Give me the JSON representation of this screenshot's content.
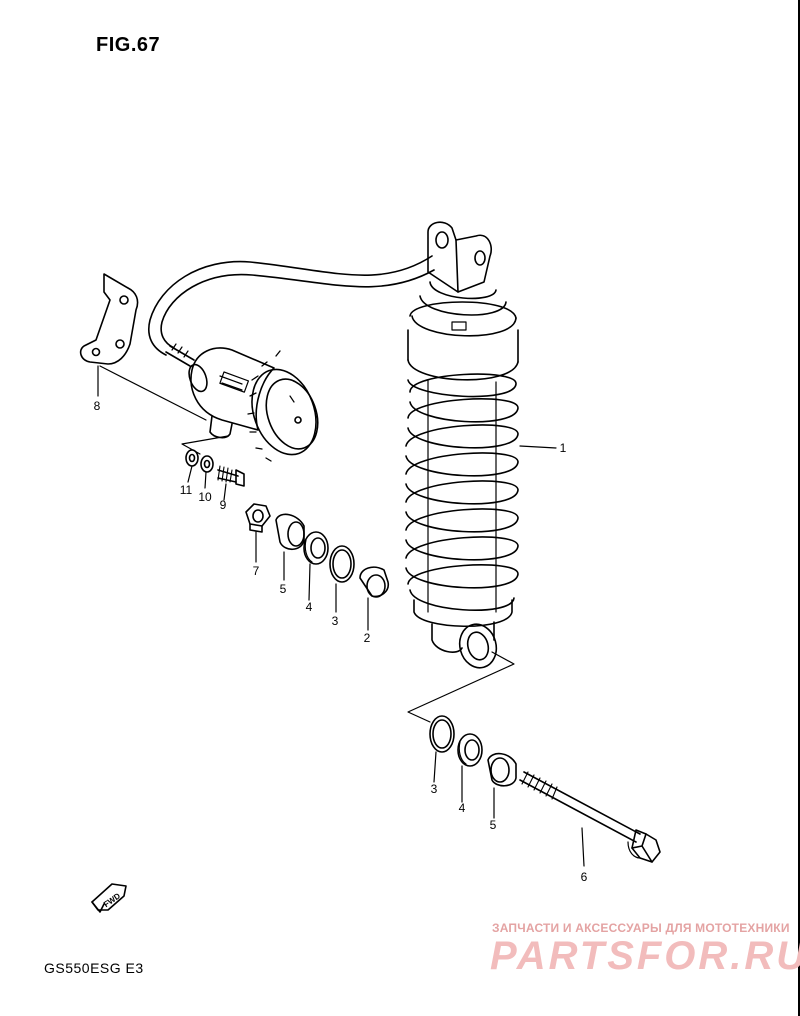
{
  "figure": {
    "title": "FIG.67",
    "model_code": "GS550ESG  E3",
    "fwd_marker": "FWD"
  },
  "callouts": [
    {
      "id": "c1",
      "label": "1"
    },
    {
      "id": "c2",
      "label": "2"
    },
    {
      "id": "c3a",
      "label": "3"
    },
    {
      "id": "c4a",
      "label": "4"
    },
    {
      "id": "c5a",
      "label": "5"
    },
    {
      "id": "c7",
      "label": "7"
    },
    {
      "id": "c8",
      "label": "8"
    },
    {
      "id": "c9",
      "label": "9"
    },
    {
      "id": "c10",
      "label": "10"
    },
    {
      "id": "c11",
      "label": "11"
    },
    {
      "id": "c3b",
      "label": "3"
    },
    {
      "id": "c4b",
      "label": "4"
    },
    {
      "id": "c5b",
      "label": "5"
    },
    {
      "id": "c6",
      "label": "6"
    }
  ],
  "watermark": {
    "tagline": "ЗАПЧАСТИ И АКСЕССУАРЫ ДЛЯ МОТОТЕХНИКИ",
    "brand": "PARTSFOR.RU",
    "color": "#e8a0a0"
  }
}
